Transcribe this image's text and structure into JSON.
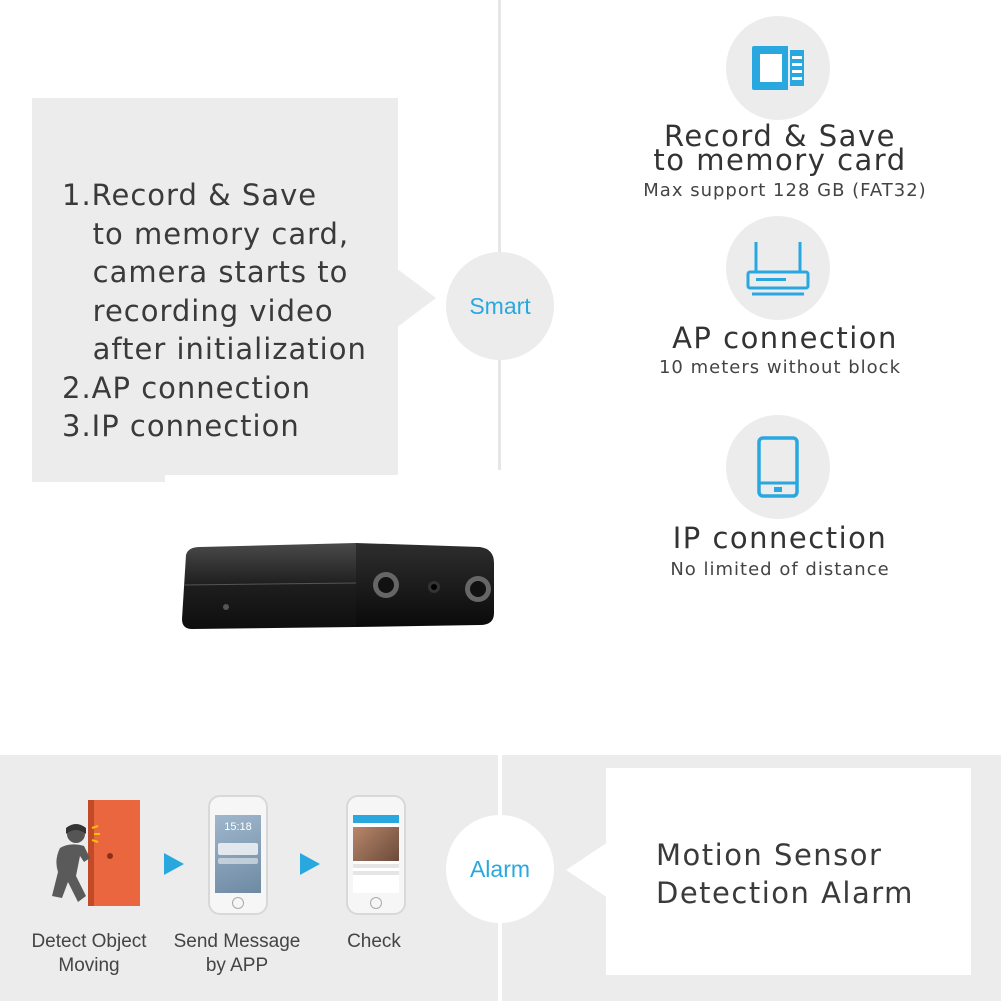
{
  "smart_panel": {
    "lines": [
      "1.Record & Save",
      "   to memory card,",
      "   camera starts to",
      "   recording video",
      "   after initialization",
      "2.AP connection",
      "3.IP connection"
    ],
    "hub_label": "Smart"
  },
  "features": [
    {
      "icon": "sd-card-icon",
      "title_1": "Record & Save",
      "title_2": "to memory card",
      "subtitle": "Max support 128 GB (FAT32)"
    },
    {
      "icon": "router-icon",
      "title_1": "AP connection",
      "subtitle": "10 meters without block"
    },
    {
      "icon": "smartphone-icon",
      "title_1": "IP connection",
      "subtitle": "No limited of distance"
    }
  ],
  "alarm_panel": {
    "hub_label": "Alarm",
    "text_line_1": "Motion Sensor",
    "text_line_2": "Detection Alarm",
    "steps": [
      {
        "icon": "intruder-door-icon",
        "label_1": "Detect Object",
        "label_2": "Moving"
      },
      {
        "icon": "phone-notification-icon",
        "label_1": "Send Message",
        "label_2": "by APP",
        "time": "15:18"
      },
      {
        "icon": "phone-app-icon",
        "label_1": "Check"
      }
    ]
  },
  "colors": {
    "accent": "#29a8e0",
    "panel": "#ececec",
    "door": "#e9663f"
  }
}
